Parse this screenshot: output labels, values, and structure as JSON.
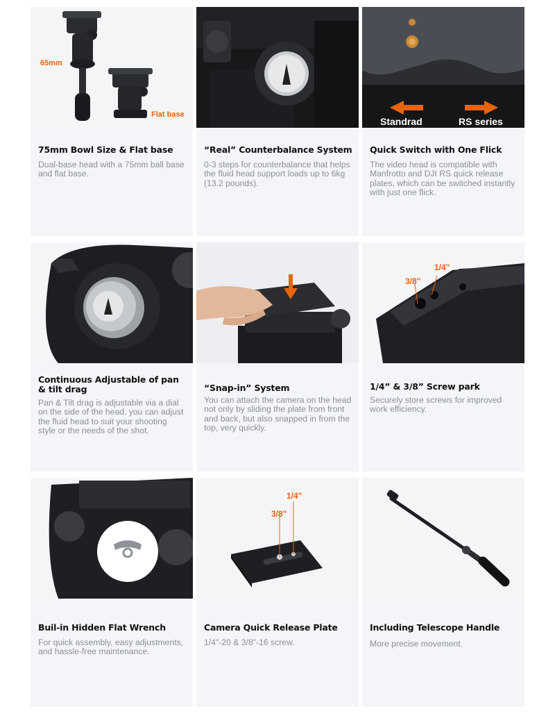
{
  "cards": [
    {
      "title": "75mm Bowl Size & Flat base",
      "desc": "Dual-base head with a 75mm ball base and flat base.",
      "labels": {
        "size": "65mm",
        "base": "Flat base"
      }
    },
    {
      "title": "“Real” Counterbalance System",
      "desc": "0-3 steps for counterbalance that helps the fluid head support loads up to 6kg (13.2 pounds)."
    },
    {
      "title": "Quick Switch with One Flick",
      "desc": "The video head is compatible with Manfrotto and DJI RS quick release plates, which can be switched instantly with just one flick.",
      "labels": {
        "left": "Standrad",
        "right": "RS series"
      }
    },
    {
      "title": "Continuous Adjustable of pan & tilt drag",
      "desc": "Pan & Tilt drag is adjustable via a dial on the side of the head, you can adjust the fluid head to suit your shooting style or the needs of the shot."
    },
    {
      "title": "“Snap-in” System",
      "desc": "You can attach the camera on the head not only by sliding the plate from front and back, but also snapped in from the top, very quickly."
    },
    {
      "title": "1/4” & 3/8” Screw park",
      "desc": "Securely store screws for improved work efficiency.",
      "labels": {
        "quarter": "1/4\"",
        "threeeighth": "3/8\""
      }
    },
    {
      "title": "Buil-in Hidden Flat Wrench",
      "desc": "For quick assembly, easy adjustments, and hassle-free maintenance."
    },
    {
      "title": "Camera Quick Release Plate",
      "desc": "1/4\"-20 & 3/8\"-16 screw.",
      "labels": {
        "quarter": "1/4\"",
        "threeeighth": "3/8\""
      }
    },
    {
      "title": "Including Telescope Handle",
      "desc": "More precise movement."
    }
  ]
}
